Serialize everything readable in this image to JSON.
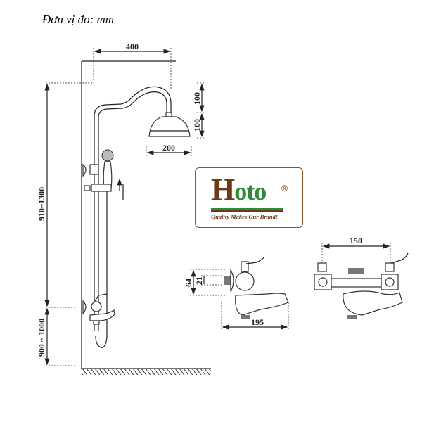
{
  "unit_label": "Đơn vị đo: mm",
  "dimensions": {
    "arm_reach": "400",
    "head_drop": "100",
    "head_height": "100",
    "head_diameter": "200",
    "riser_height": "910~1300",
    "mixer_height": "900 ~ 1000",
    "mixer_depth": "64",
    "inlet_size": "21",
    "spout_length": "195",
    "inlet_spacing": "150"
  },
  "logo": {
    "brand": "Hoto",
    "tagline": "Quality Makes Our Brand!",
    "registered": "®",
    "colors": {
      "brown": "#6b3a18",
      "green": "#2f8a3a"
    }
  }
}
